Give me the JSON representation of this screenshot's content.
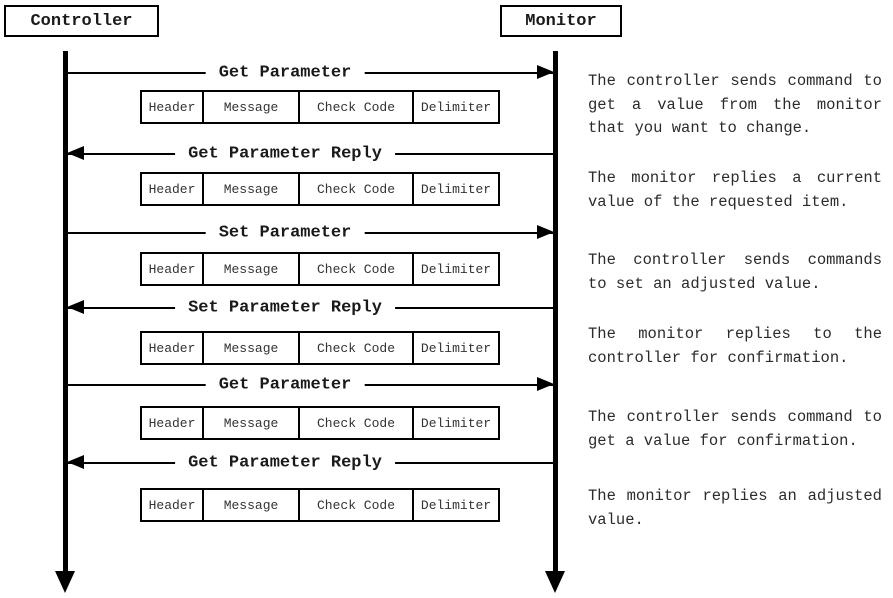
{
  "diagram": {
    "actors": [
      {
        "id": "controller",
        "name": "Controller"
      },
      {
        "id": "monitor",
        "name": "Monitor"
      }
    ],
    "packet_fields": [
      "Header",
      "Message",
      "Check Code",
      "Delimiter"
    ],
    "messages": [
      {
        "label": "Get Parameter",
        "from": "controller",
        "to": "monitor",
        "direction": "right",
        "description": "The controller sends command to get a value from the monitor that you want to change."
      },
      {
        "label": "Get Parameter Reply",
        "from": "monitor",
        "to": "controller",
        "direction": "left",
        "description": "The monitor replies a current value of the requested item."
      },
      {
        "label": "Set Parameter",
        "from": "controller",
        "to": "monitor",
        "direction": "right",
        "description": "The controller sends commands to set an adjusted value."
      },
      {
        "label": "Set Parameter Reply",
        "from": "monitor",
        "to": "controller",
        "direction": "left",
        "description": "The monitor replies to the controller for confirmation."
      },
      {
        "label": "Get Parameter",
        "from": "controller",
        "to": "monitor",
        "direction": "right",
        "description": "The controller sends command to get a value for confirmation."
      },
      {
        "label": "Get Parameter Reply",
        "from": "monitor",
        "to": "controller",
        "direction": "left",
        "description": "The monitor replies an adjusted value."
      }
    ],
    "colors": {
      "line": "#000000",
      "text": "#1a1a1a",
      "cell_text": "#333333",
      "background": "#ffffff"
    }
  }
}
